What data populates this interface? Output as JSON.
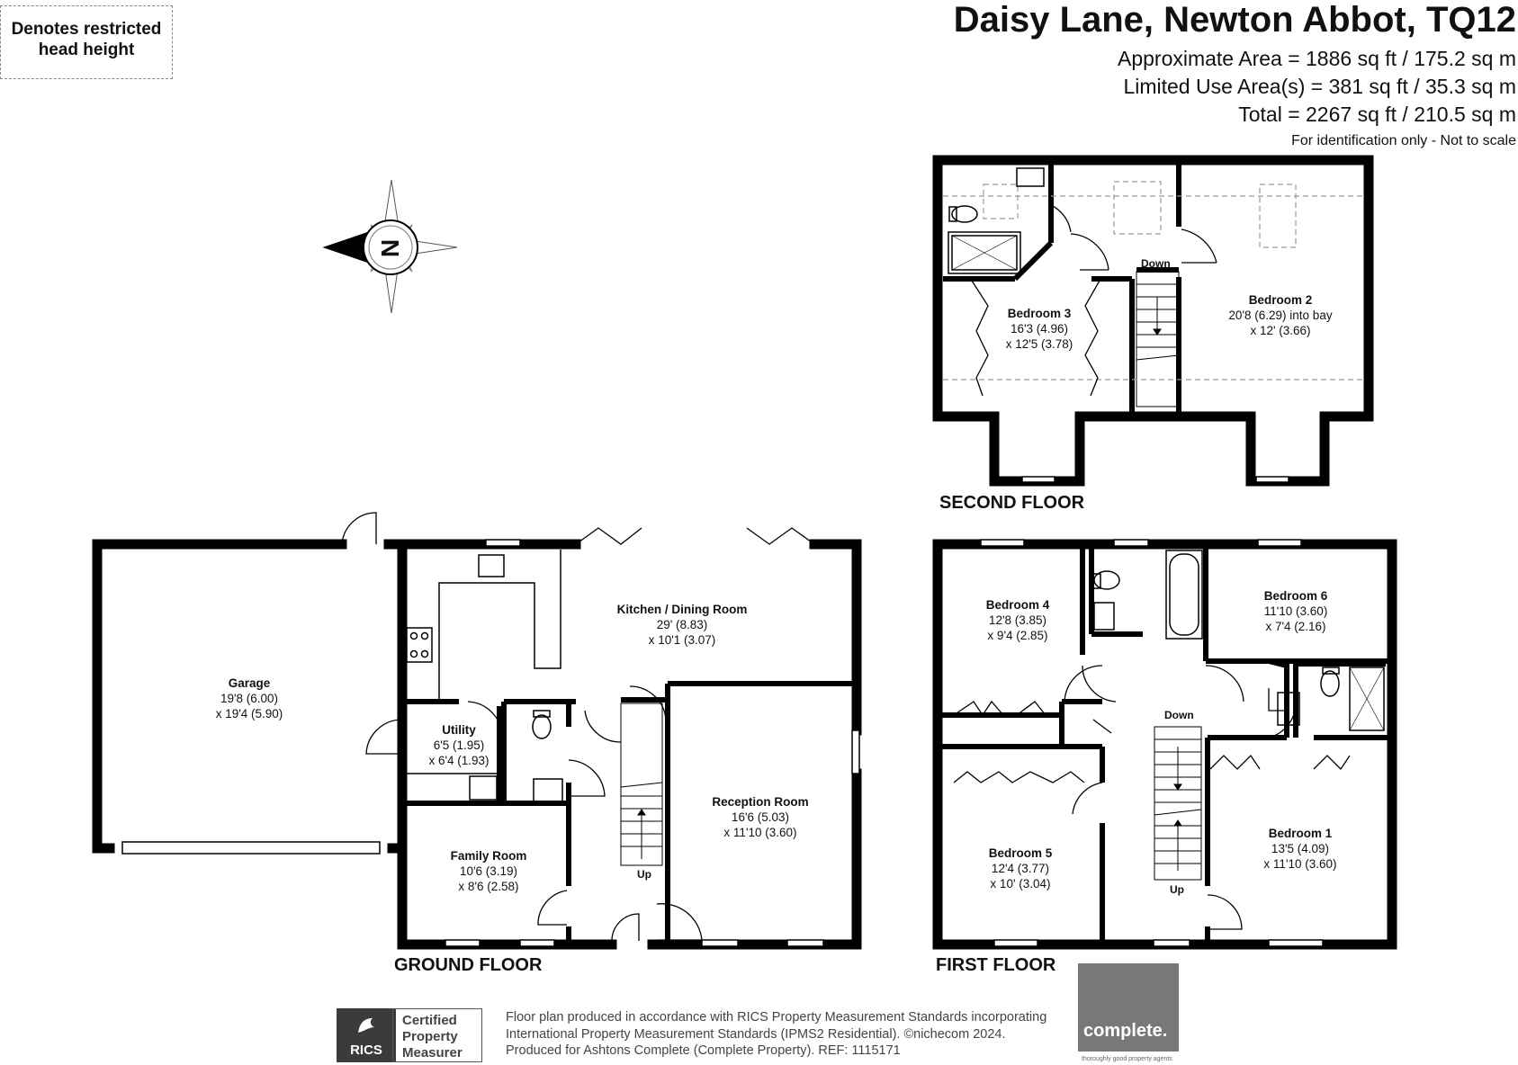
{
  "legend": {
    "line1": "Denotes restricted",
    "line2": "head height"
  },
  "header": {
    "title": "Daisy Lane, Newton Abbot, TQ12",
    "approx_area": "Approximate Area = 1886 sq ft / 175.2 sq m",
    "limited_area": "Limited Use Area(s) = 381 sq ft / 35.3 sq m",
    "total_area": "Total = 2267 sq ft / 210.5 sq m",
    "identification": "For identification only - Not to scale"
  },
  "compass": {
    "letter": "N",
    "icon": "north-arrow-icon"
  },
  "floors": {
    "second": "SECOND FLOOR",
    "ground": "GROUND FLOOR",
    "first": "FIRST FLOOR"
  },
  "rooms": {
    "bedroom3": {
      "name": "Bedroom 3",
      "d1": "16'3 (4.96)",
      "d2": "x 12'5 (3.78)"
    },
    "bedroom2": {
      "name": "Bedroom 2",
      "d1": "20'8 (6.29) into bay",
      "d2": "x 12' (3.66)"
    },
    "kitchen": {
      "name": "Kitchen / Dining Room",
      "d1": "29' (8.83)",
      "d2": "x 10'1 (3.07)"
    },
    "garage": {
      "name": "Garage",
      "d1": "19'8 (6.00)",
      "d2": "x 19'4 (5.90)"
    },
    "utility": {
      "name": "Utility",
      "d1": "6'5 (1.95)",
      "d2": "x 6'4 (1.93)"
    },
    "reception": {
      "name": "Reception Room",
      "d1": "16'6 (5.03)",
      "d2": "x 11'10 (3.60)"
    },
    "family": {
      "name": "Family Room",
      "d1": "10'6 (3.19)",
      "d2": "x 8'6 (2.58)"
    },
    "bedroom4": {
      "name": "Bedroom 4",
      "d1": "12'8 (3.85)",
      "d2": "x 9'4 (2.85)"
    },
    "bedroom6": {
      "name": "Bedroom 6",
      "d1": "11'10 (3.60)",
      "d2": "x 7'4 (2.16)"
    },
    "bedroom5": {
      "name": "Bedroom 5",
      "d1": "12'4 (3.77)",
      "d2": "x 10' (3.04)"
    },
    "bedroom1": {
      "name": "Bedroom 1",
      "d1": "13'5 (4.09)",
      "d2": "x 11'10 (3.60)"
    }
  },
  "stairs": {
    "down_second": "Down",
    "up_ground": "Up",
    "down_first": "Down",
    "up_first": "Up"
  },
  "footer": {
    "line1": "Floor plan produced in accordance with RICS Property Measurement Standards incorporating",
    "line2": "International Property Measurement Standards (IPMS2 Residential).   ©nichecom 2024.",
    "line3": "Produced for Ashtons Complete (Complete Property).   REF: 1115171",
    "rics": "RICS",
    "cert1": "Certified",
    "cert2": "Property",
    "cert3": "Measurer",
    "brand": "complete.",
    "brand_tag": "thoroughly good property agents"
  }
}
